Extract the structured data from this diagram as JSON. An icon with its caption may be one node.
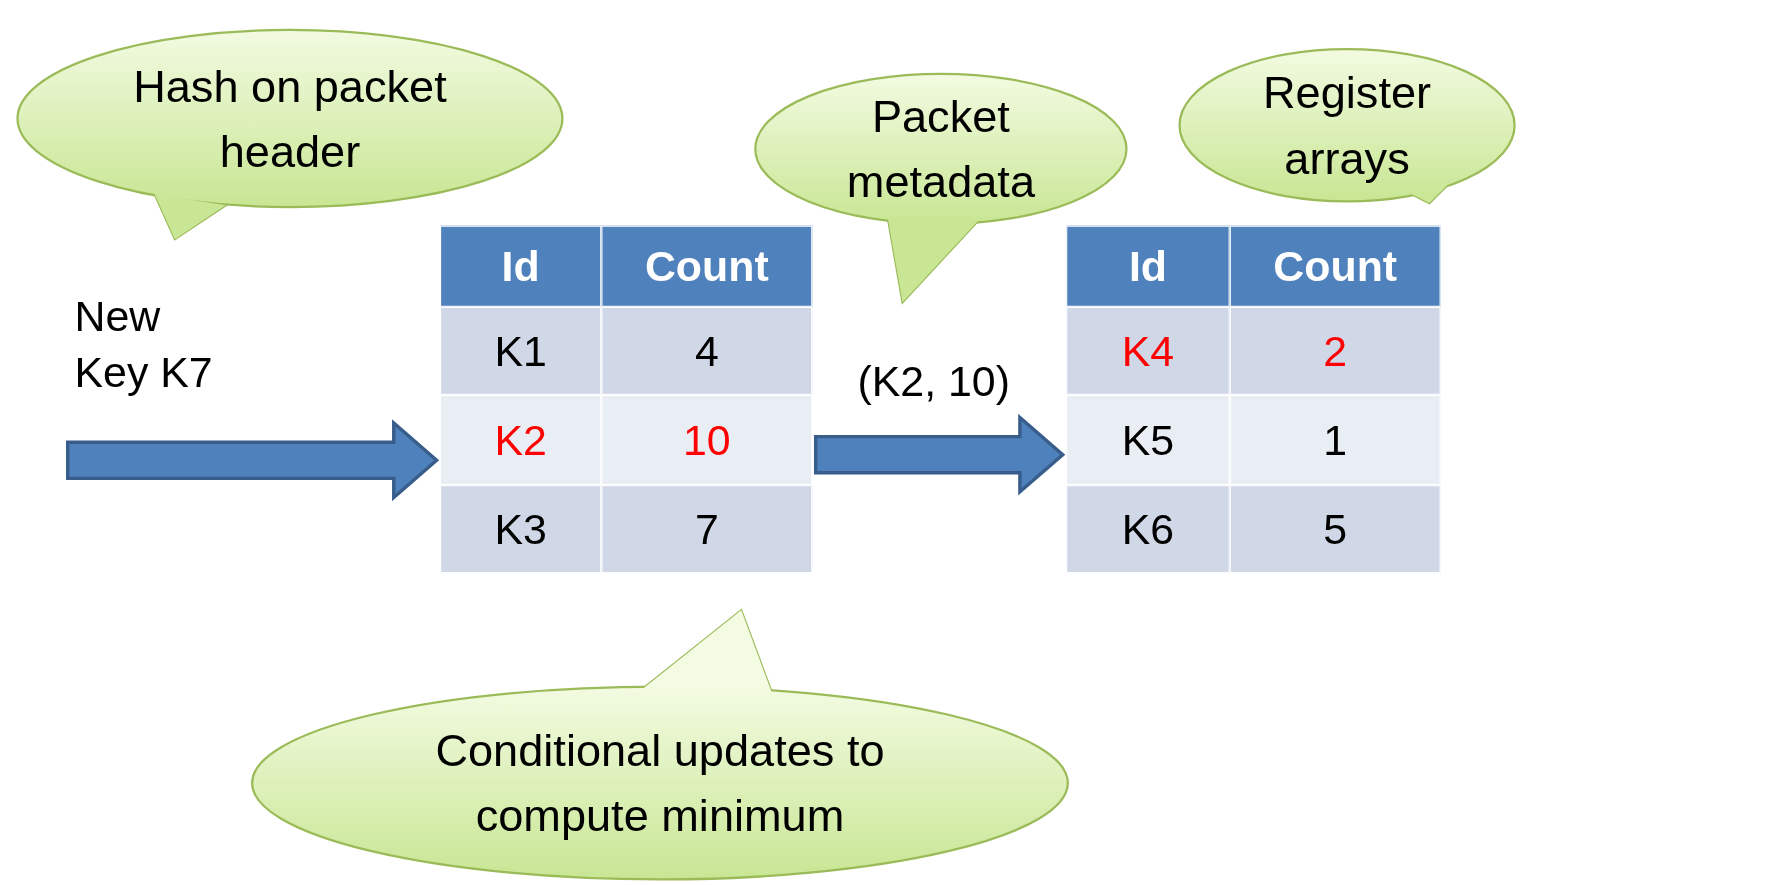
{
  "diagram": {
    "nodes": [
      {
        "text": [
          "Hash on packet header"
        ]
      },
      {
        "text": [
          "Packet metadata"
        ]
      },
      {
        "text": [
          "Register arrays"
        ]
      },
      {
        "text": [
          "Id",
          "Count",
          "K1",
          "4",
          "K2",
          "10",
          "K3",
          "7"
        ]
      },
      {
        "text": [
          "Id",
          "Count",
          "K4",
          "2",
          "K5",
          "1",
          "K6",
          "5"
        ]
      },
      {
        "text": [
          "Conditional updates to compute minimum"
        ]
      }
    ],
    "edges": [
      {
        "from": null,
        "to": 3,
        "arrow": "to",
        "label": "New Key K7"
      },
      {
        "from": 3,
        "to": 4,
        "arrow": "to",
        "label": "(K2, 10)"
      }
    ]
  }
}
